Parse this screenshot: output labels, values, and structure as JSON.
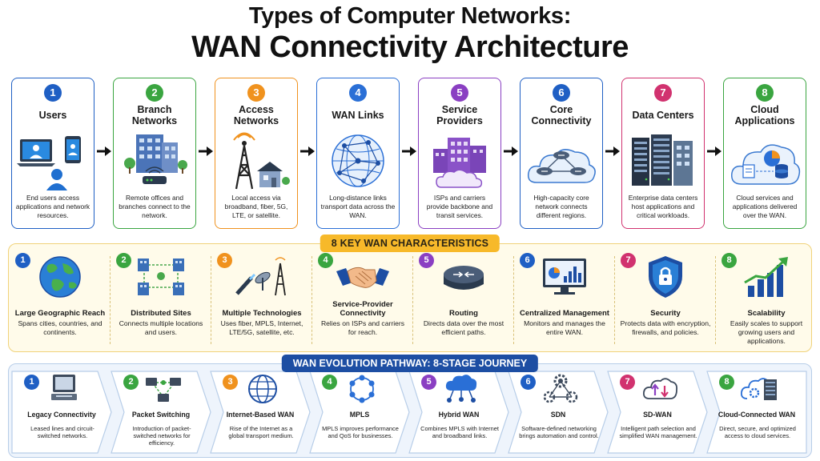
{
  "title": {
    "line1": "Types of Computer Networks:",
    "line2": "WAN Connectivity Architecture"
  },
  "components": [
    {
      "num": "1",
      "title": "Users",
      "desc": "End users access applications and network resources.",
      "color": "#1f5fc4",
      "icon": "users-devices-icon"
    },
    {
      "num": "2",
      "title": "Branch Networks",
      "desc": "Remote offices and branches connect to the network.",
      "color": "#3aa540",
      "icon": "branch-building-router-icon"
    },
    {
      "num": "3",
      "title": "Access Networks",
      "desc": "Local access via broadband, fiber, 5G, LTE, or satellite.",
      "color": "#f0921e",
      "icon": "cell-tower-house-icon"
    },
    {
      "num": "4",
      "title": "WAN Links",
      "desc": "Long-distance links transport data across the WAN.",
      "color": "#2a6fd6",
      "icon": "network-globe-icon"
    },
    {
      "num": "5",
      "title": "Service Providers",
      "desc": "ISPs and carriers provide backbone and transit services.",
      "color": "#8a3fc2",
      "icon": "provider-buildings-cloud-icon"
    },
    {
      "num": "6",
      "title": "Core Connectivity",
      "desc": "High-capacity core network connects different regions.",
      "color": "#1f5fc4",
      "icon": "core-routers-cloud-icon"
    },
    {
      "num": "7",
      "title": "Data Centers",
      "desc": "Enterprise data centers host applications and critical workloads.",
      "color": "#d1326f",
      "icon": "server-racks-icon"
    },
    {
      "num": "8",
      "title": "Cloud Applications",
      "desc": "Cloud services and applications delivered over the WAN.",
      "color": "#3aa540",
      "icon": "cloud-apps-icon"
    }
  ],
  "characteristics": {
    "heading": "8 KEY WAN CHARACTERISTICS",
    "items": [
      {
        "num": "1",
        "title": "Large Geographic Reach",
        "desc": "Spans cities, countries, and continents.",
        "color": "#1f5fc4",
        "icon": "globe-icon"
      },
      {
        "num": "2",
        "title": "Distributed Sites",
        "desc": "Connects multiple locations and users.",
        "color": "#3aa540",
        "icon": "distributed-sites-icon"
      },
      {
        "num": "3",
        "title": "Multiple Technologies",
        "desc": "Uses fiber, MPLS, Internet, LTE/5G, satellite, etc.",
        "color": "#f0921e",
        "icon": "fiber-satellite-tower-icon"
      },
      {
        "num": "4",
        "title": "Service-Provider Connectivity",
        "desc": "Relies on ISPs and carriers for reach.",
        "color": "#3aa540",
        "icon": "handshake-icon"
      },
      {
        "num": "5",
        "title": "Routing",
        "desc": "Directs data over the most efficient paths.",
        "color": "#8a3fc2",
        "icon": "router-icon"
      },
      {
        "num": "6",
        "title": "Centralized Management",
        "desc": "Monitors and manages the entire WAN.",
        "color": "#1f5fc4",
        "icon": "monitor-dashboard-icon"
      },
      {
        "num": "7",
        "title": "Security",
        "desc": "Protects data with encryption, firewalls, and policies.",
        "color": "#d1326f",
        "icon": "shield-lock-icon"
      },
      {
        "num": "8",
        "title": "Scalability",
        "desc": "Easily scales to support growing users and applications.",
        "color": "#3aa540",
        "icon": "growth-chart-icon"
      }
    ]
  },
  "evolution": {
    "heading": "WAN EVOLUTION PATHWAY: 8-STAGE JOURNEY",
    "stages": [
      {
        "num": "1",
        "title": "Legacy Connectivity",
        "desc": "Leased lines and circuit-switched networks.",
        "color": "#1f5fc4",
        "icon": "legacy-computer-icon"
      },
      {
        "num": "2",
        "title": "Packet Switching",
        "desc": "Introduction of packet-switched networks for efficiency.",
        "color": "#3aa540",
        "icon": "packet-switching-icon"
      },
      {
        "num": "3",
        "title": "Internet-Based WAN",
        "desc": "Rise of the Internet as a global transport medium.",
        "color": "#f0921e",
        "icon": "internet-globe-icon"
      },
      {
        "num": "4",
        "title": "MPLS",
        "desc": "MPLS improves performance and QoS for businesses.",
        "color": "#3aa540",
        "icon": "mpls-ring-icon"
      },
      {
        "num": "5",
        "title": "Hybrid WAN",
        "desc": "Combines MPLS with Internet and broadband links.",
        "color": "#8a3fc2",
        "icon": "hybrid-cloud-icon"
      },
      {
        "num": "6",
        "title": "SDN",
        "desc": "Software-defined networking brings automation and control.",
        "color": "#1f5fc4",
        "icon": "sdn-gears-icon"
      },
      {
        "num": "7",
        "title": "SD-WAN",
        "desc": "Intelligent path selection and simplified WAN management.",
        "color": "#d1326f",
        "icon": "sdwan-cloud-arrows-icon"
      },
      {
        "num": "8",
        "title": "Cloud-Connected WAN",
        "desc": "Direct, secure, and optimized access to cloud services.",
        "color": "#3aa540",
        "icon": "cloud-gear-server-icon"
      }
    ]
  }
}
